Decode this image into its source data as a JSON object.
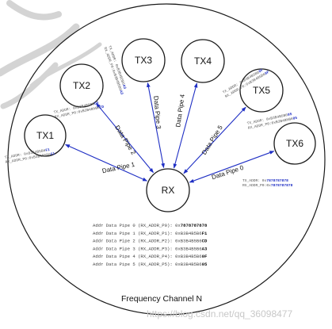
{
  "title": "Frequency Channel N",
  "watermark": "https://blog.csdn.net/qq_36098477",
  "rx": {
    "label": "RX"
  },
  "tx_nodes": [
    {
      "label": "TX1",
      "pipe": "Data Pipe 1",
      "addr_lines": [
        {
          "pre": "TX_ADDR:  0xB3B4B5B6",
          "hl": "F1"
        },
        {
          "pre": "RX_ADDR_P0:0xB3B4B5B6",
          "hl": "F1"
        }
      ]
    },
    {
      "label": "TX2",
      "pipe": "Data Pipe 2",
      "addr_lines": [
        {
          "pre": "TX_ADDR:  0xB3B4B5B6",
          "hl": "CD"
        },
        {
          "pre": "RX_ADDR_P0:0xB3B4B5B6",
          "hl": "CD"
        }
      ]
    },
    {
      "label": "TX3",
      "pipe": "Data Pipe 3",
      "addr_lines": [
        {
          "pre": "TX_ADDR:  0xB3B4B5B6",
          "hl": "A3"
        },
        {
          "pre": "RX_ADDR_P0:0xB3B4B5B6",
          "hl": "A3"
        }
      ]
    },
    {
      "label": "TX4",
      "pipe": "Data Pipe 4",
      "addr_lines": [
        {
          "pre": "TX_ADDR:  0xB3B4B5B6",
          "hl": "0F"
        },
        {
          "pre": "RX_ADDR_P0:0xB3B4B5B6",
          "hl": "0F"
        }
      ]
    },
    {
      "label": "TX5",
      "pipe": "Data Pipe 5",
      "addr_lines": [
        {
          "pre": "TX_ADDR:  0xB3B4B5B6",
          "hl": "05"
        },
        {
          "pre": "RX_ADDR_P0:0xB3B4B5B6",
          "hl": "05"
        }
      ]
    },
    {
      "label": "TX6",
      "pipe": "Data Pipe 0",
      "addr_lines": [
        {
          "pre": "TX_ADDR:  0x",
          "hl": "7878787878"
        },
        {
          "pre": "RX_ADDR_P0:0x",
          "hl": "7878787878"
        }
      ]
    }
  ],
  "address_table": [
    {
      "pre": "Addr Data Pipe 0 (RX_ADDR_P0): 0x",
      "hl": "7878787878"
    },
    {
      "pre": "Addr Data Pipe 1 (RX_ADDR_P1): 0xB3B4B5B6",
      "hl": "F1"
    },
    {
      "pre": "Addr Data Pipe 2 (RX_ADDR_P2): 0xB3B4B5B6",
      "hl": "CD"
    },
    {
      "pre": "Addr Data Pipe 3 (RX_ADDR_P3): 0xB3B4B5B6",
      "hl": "A3"
    },
    {
      "pre": "Addr Data Pipe 4 (RX_ADDR_P4): 0xB3B4B5B6",
      "hl": "0F"
    },
    {
      "pre": "Addr Data Pipe 5 (RX_ADDR_P5): 0xB3B4B5B6",
      "hl": "05"
    }
  ]
}
